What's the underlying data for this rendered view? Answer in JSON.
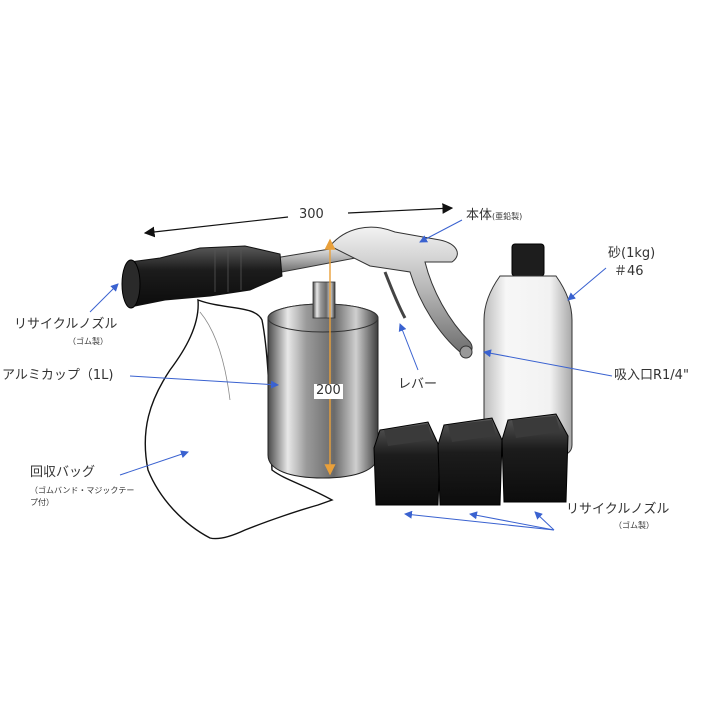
{
  "dimensions": {
    "width_label": "300",
    "height_label": "200"
  },
  "labels": {
    "body": {
      "main": "本体",
      "sub": "(亜鉛製)"
    },
    "sand": {
      "line1": "砂(1kg)",
      "line2": "＃46"
    },
    "nozzle_left": {
      "main": "リサイクルノズル",
      "sub": "（ゴム製）"
    },
    "cup": {
      "main": "アルミカップ（1L)"
    },
    "lever": {
      "main": "レバー"
    },
    "intake": {
      "main": "吸入口R1/4\""
    },
    "bag": {
      "main": "回収バッグ",
      "sub1": "（ゴムバンド・マジックテー",
      "sub2": "プ付）"
    },
    "nozzle_right": {
      "main": "リサイクルノズル",
      "sub": "（ゴム製）"
    }
  },
  "colors": {
    "arrow_blue": "#3a62d0",
    "dimension_black": "#111111",
    "height_orange": "#e9a03a",
    "rubber": "#1e1e1e",
    "metal_light": "#d9d9d9",
    "metal_dark": "#5a5a5a"
  }
}
